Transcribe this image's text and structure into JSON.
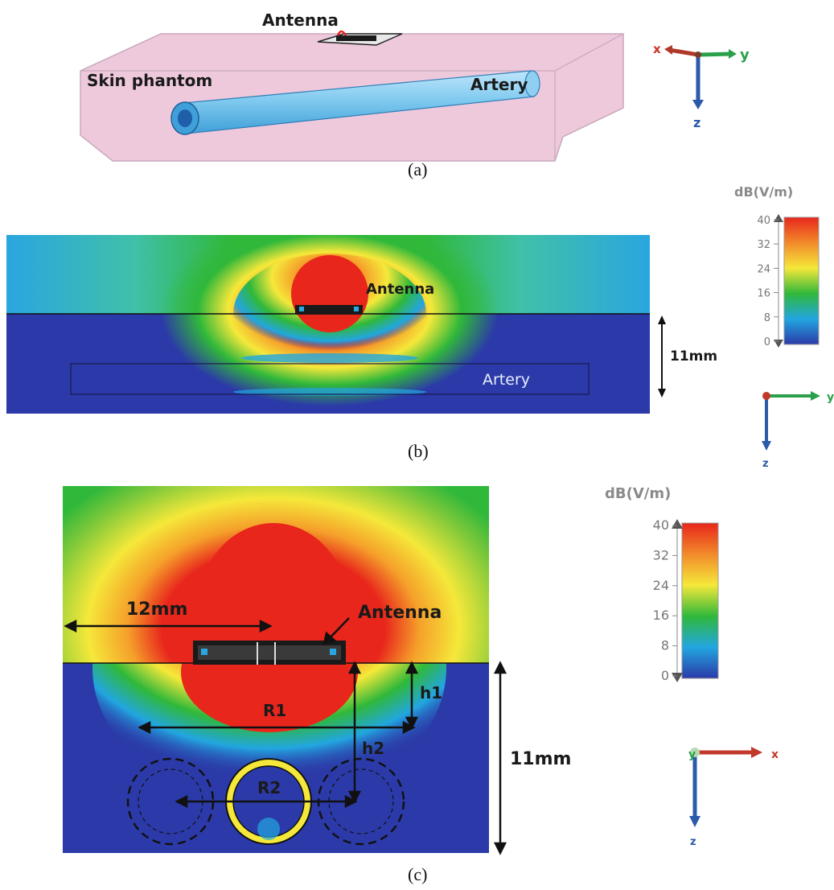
{
  "panel_a": {
    "caption": "(a)",
    "antenna_label": "Antenna",
    "skin_label": "Skin phantom",
    "artery_label": "Artery",
    "axes": {
      "x": "x",
      "y": "y",
      "z": "z"
    }
  },
  "panel_b": {
    "caption": "(b)",
    "antenna_label": "Antenna",
    "artery_label": "Artery",
    "depth_label": "11mm",
    "colorbar_unit": "dB(V/m)",
    "colorbar_ticks": [
      "40",
      "32",
      "24",
      "16",
      "8",
      "0"
    ],
    "axes": {
      "y": "y",
      "z": "z"
    }
  },
  "panel_c": {
    "caption": "(c)",
    "antenna_label": "Antenna",
    "width_label": "12mm",
    "h1_label": "h1",
    "h2_label": "h2",
    "r1_label": "R1",
    "r2_label": "R2",
    "depth_label": "11mm",
    "colorbar_unit": "dB(V/m)",
    "colorbar_ticks": [
      "40",
      "32",
      "24",
      "16",
      "8",
      "0"
    ],
    "axes": {
      "x": "x",
      "y": "y",
      "z": "z"
    }
  },
  "colors": {
    "field_high": "#e8261c",
    "field_mid": "#f5e83a",
    "field_green": "#30b83a",
    "field_low": "#2b3aa8",
    "skin_fill": "#eec9dc",
    "artery_fill": "#7cc8ee"
  }
}
